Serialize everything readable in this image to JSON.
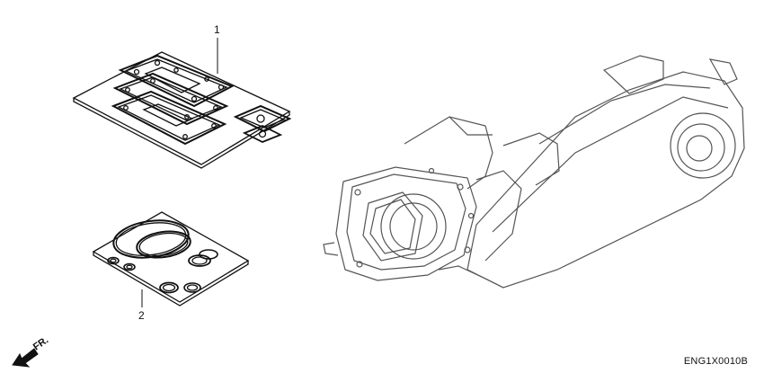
{
  "callouts": {
    "part1": "1",
    "part2": "2"
  },
  "direction_label": "FR.",
  "diagram_code": "ENG1X0010B",
  "parts": [
    {
      "number": "1",
      "description_icon": "gasket-kit-a-icon"
    },
    {
      "number": "2",
      "description_icon": "gasket-kit-b-icon"
    }
  ],
  "colors": {
    "line": "#111111",
    "engine": "#555555",
    "background": "#ffffff"
  }
}
